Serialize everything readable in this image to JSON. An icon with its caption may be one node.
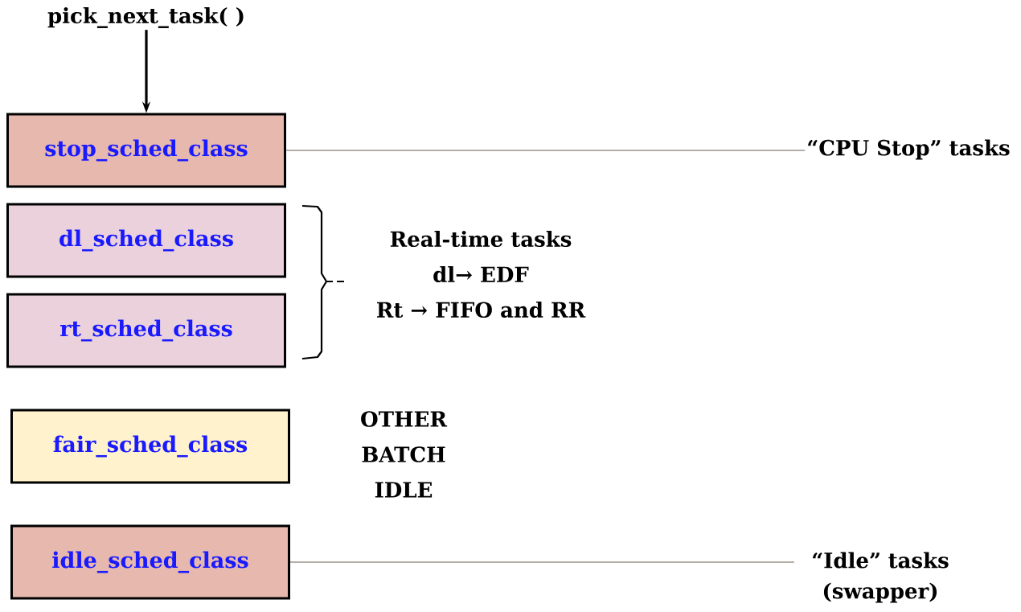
{
  "diagram": {
    "nodes": [
      {
        "text": [
          "pick_next_task( )"
        ]
      },
      {
        "text": [
          "stop_sched_class"
        ]
      },
      {
        "text": [
          "“CPU Stop” tasks"
        ]
      },
      {
        "text": [
          "dl_sched_class"
        ]
      },
      {
        "text": [
          "rt_sched_class"
        ]
      },
      {
        "text": [
          "fair_sched_class"
        ]
      },
      {
        "text": [
          "idle_sched_class"
        ]
      },
      {
        "text": [
          "“Idle” tasks (swapper)"
        ]
      }
    ],
    "edges": [
      {
        "from": 0,
        "to": 1,
        "arrow": "to",
        "color": "#000000",
        "style": "thick"
      },
      {
        "from": 1,
        "to": 2,
        "arrow": "none"
      },
      {
        "from": 6,
        "to": 7,
        "arrow": "none"
      }
    ],
    "labels": [
      "Real-time tasks",
      "dl→ EDF",
      "Rt → FIFO and RR",
      "OTHER",
      "BATCH",
      "IDLE"
    ]
  }
}
